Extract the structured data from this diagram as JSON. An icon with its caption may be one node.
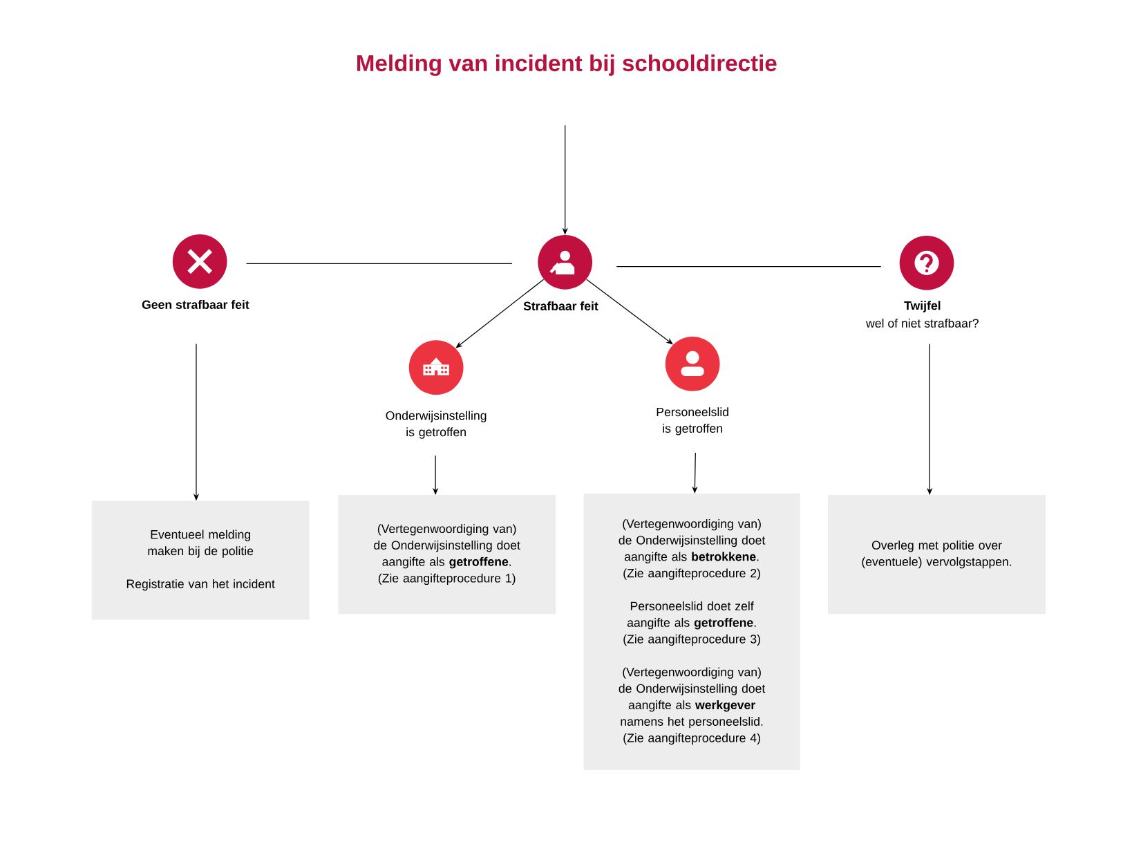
{
  "diagram": {
    "title": "Melding van incident bij schooldirectie",
    "nodes": [
      {
        "text": [
          "Geen strafbaar feit"
        ]
      },
      {
        "text": [
          "Strafbaar feit"
        ]
      },
      {
        "text": [
          "Twijfel",
          "wel of niet strafbaar?"
        ]
      },
      {
        "text": [
          "Onderwijsinstelling is getroffen"
        ]
      },
      {
        "text": [
          "Personeelslid is getroffen"
        ]
      },
      {
        "text": [
          "Eventueel melding maken bij de politie",
          "Registratie van het incident"
        ]
      },
      {
        "text": [
          "(Vertegenwoordiging van) de Onderwijsinstelling doet aangifte als **getroffene**. (Zie aangifteprocedure 1)"
        ]
      },
      {
        "text": [
          "(Vertegenwoordiging van) de Onderwijsinstelling doet aangifte als **betrokkene**. (Zie aangifteprocedure 2)",
          "Personeelslid doet zelf aangifte als **getroffene**. (Zie aangifteprocedure 3)",
          "(Vertegenwoordiging van) de Onderwijsinstelling doet aangifte als **werkgever** namens het personeelslid. (Zie aangifteprocedure 4)"
        ]
      },
      {
        "text": [
          "Overleg met politie over (eventuele) vervolgstappen."
        ]
      }
    ],
    "edges": [
      {
        "from": null,
        "to": 1,
        "arrow": "to"
      },
      {
        "from": 1,
        "to": 0,
        "arrow": "none"
      },
      {
        "from": 1,
        "to": 2,
        "arrow": "none"
      },
      {
        "from": 1,
        "to": 3,
        "arrow": "to"
      },
      {
        "from": 1,
        "to": 4,
        "arrow": "to"
      },
      {
        "from": 0,
        "to": 5,
        "arrow": "to"
      },
      {
        "from": 3,
        "to": 6,
        "arrow": "to"
      },
      {
        "from": 4,
        "to": 7,
        "arrow": "to"
      },
      {
        "from": 2,
        "to": 8,
        "arrow": "to"
      }
    ]
  }
}
